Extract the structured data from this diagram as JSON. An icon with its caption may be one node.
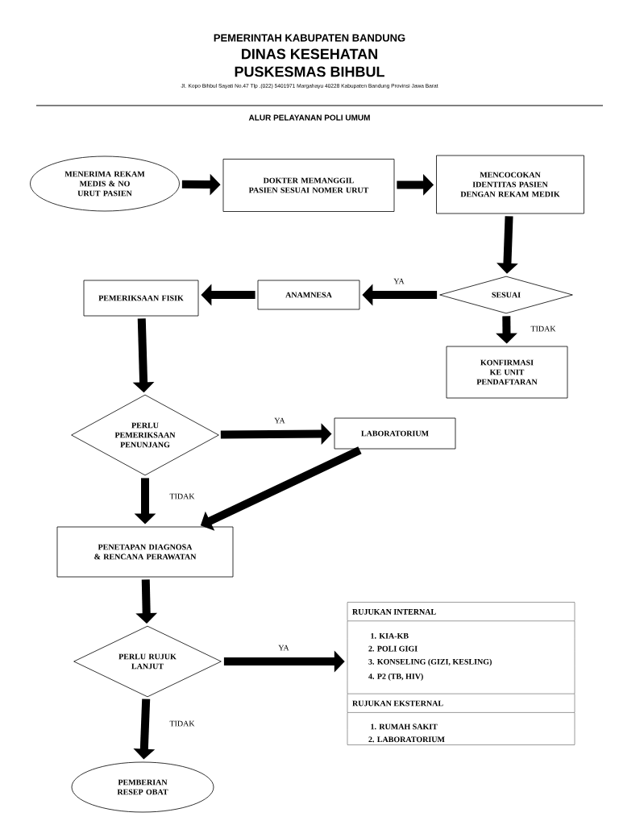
{
  "diagram": {
    "title": "ALUR PELAYANAN POLI UMUM",
    "nodes": [
      {
        "text": [
          "MENERIMA REKAM MEDIS & NO URUT PASIEN"
        ]
      },
      {
        "text": [
          "DOKTER MEMANGGIL PASIEN SESUAI NOMER URUT"
        ]
      },
      {
        "text": [
          "MENCOCOKAN IDENTITAS PASIEN DENGAN REKAM MEDIK"
        ]
      },
      {
        "text": [
          "SESUAI"
        ]
      },
      {
        "text": [
          "ANAMNESA"
        ]
      },
      {
        "text": [
          "PEMERIKSAAN FISIK"
        ]
      },
      {
        "text": [
          "KONFIRMASI KE UNIT PENDAFTARAN"
        ]
      },
      {
        "text": [
          "PERLU PEMERIKSAAN PENUNJANG"
        ]
      },
      {
        "text": [
          "LABORATORIUM"
        ]
      },
      {
        "text": [
          "PENETAPAN DIAGNOSA & RENCANA PERAWATAN"
        ]
      },
      {
        "text": [
          "PERLU RUJUK LANJUT"
        ]
      },
      {
        "text": [
          "RUJUKAN INTERNAL",
          "1. KIA-KB",
          "2. POLI GIGI",
          "3. KONSELING (GIZI, KESLING)",
          "4. P2 (TB, HIV)",
          "RUJUKAN EKSTERNAL",
          "1. RUMAH SAKIT",
          "2. LABORATORIUM"
        ]
      },
      {
        "text": [
          "PEMBERIAN RESEP OBAT"
        ]
      }
    ],
    "edges": [
      {
        "from": 0,
        "to": 1,
        "arrow": "to"
      },
      {
        "from": 1,
        "to": 2,
        "arrow": "to"
      },
      {
        "from": 2,
        "to": 3,
        "arrow": "to"
      },
      {
        "from": 3,
        "to": 4,
        "arrow": "to",
        "label": "YA"
      },
      {
        "from": 4,
        "to": 5,
        "arrow": "to"
      },
      {
        "from": 3,
        "to": 6,
        "arrow": "to",
        "label": "TIDAK"
      },
      {
        "from": 5,
        "to": 7,
        "arrow": "to"
      },
      {
        "from": 7,
        "to": 8,
        "arrow": "to",
        "label": "YA"
      },
      {
        "from": 7,
        "to": 9,
        "arrow": "to",
        "label": "TIDAK"
      },
      {
        "from": 8,
        "to": 9,
        "arrow": "to"
      },
      {
        "from": 9,
        "to": 10,
        "arrow": "to"
      },
      {
        "from": 10,
        "to": 11,
        "arrow": "to",
        "label": "YA"
      },
      {
        "from": 10,
        "to": 12,
        "arrow": "to",
        "label": "TIDAK"
      }
    ],
    "labels": [
      "PEMERINTAH KABUPATEN BANDUNG",
      "DINAS KESEHATAN",
      "PUSKESMAS BIHBUL",
      "Jl. Kopo Bihbul Sayati No.47 Tlp .(022) 5401971  Margahayu 40228 Kabupaten Bandung Provinsi Jawa Barat"
    ]
  }
}
